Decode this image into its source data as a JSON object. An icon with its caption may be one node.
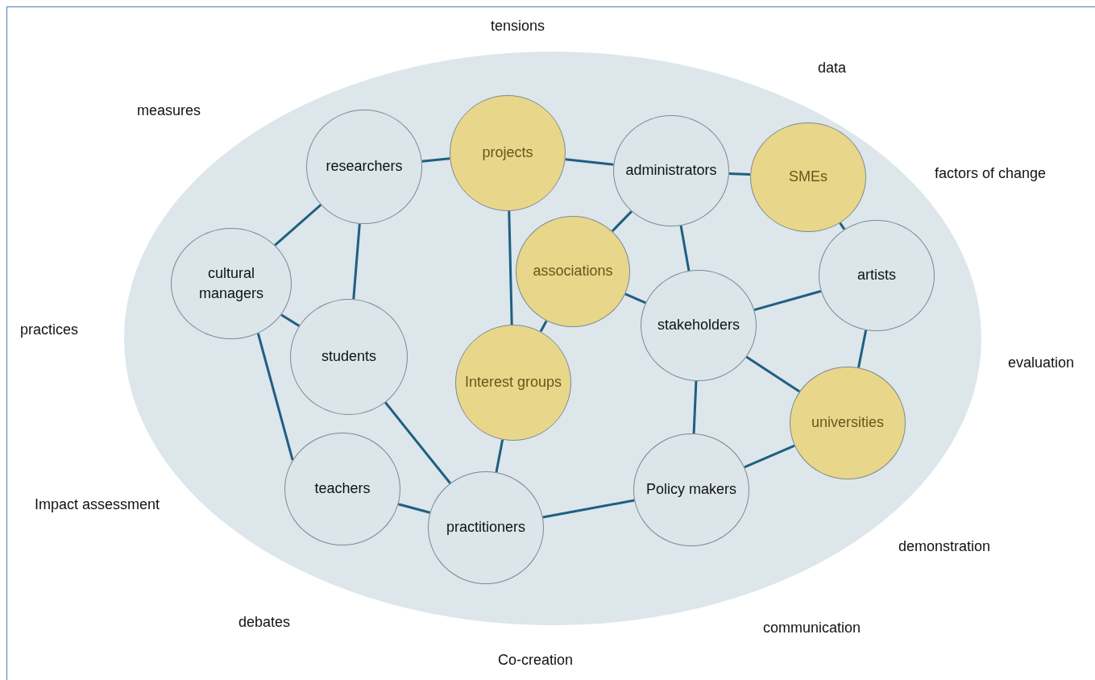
{
  "diagram": {
    "nodes": [
      {
        "text": [],
        "shape": "ellipse"
      },
      {
        "text": [
          "researchers"
        ],
        "in": 0
      },
      {
        "text": [
          "projects"
        ],
        "in": 0
      },
      {
        "text": [
          "administrators"
        ],
        "in": 0
      },
      {
        "text": [
          "SMEs"
        ],
        "in": 0
      },
      {
        "text": [
          "cultural managers"
        ],
        "in": 0
      },
      {
        "text": [
          "associations"
        ],
        "in": 0
      },
      {
        "text": [
          "artists"
        ],
        "in": 0
      },
      {
        "text": [
          "stakeholders"
        ],
        "in": 0
      },
      {
        "text": [
          "students"
        ],
        "in": 0
      },
      {
        "text": [
          "Interest groups"
        ],
        "in": 0
      },
      {
        "text": [
          "universities"
        ],
        "in": 0
      },
      {
        "text": [
          "teachers"
        ],
        "in": 0
      },
      {
        "text": [
          "practitioners"
        ],
        "in": 0
      },
      {
        "text": [
          "Policy makers"
        ],
        "in": 0
      }
    ],
    "edges": [
      {
        "from": 1,
        "to": 2,
        "arrow": "none"
      },
      {
        "from": 2,
        "to": 3,
        "arrow": "none"
      },
      {
        "from": 3,
        "to": 4,
        "arrow": "none"
      },
      {
        "from": 4,
        "to": 7,
        "arrow": "none"
      },
      {
        "from": 1,
        "to": 5,
        "arrow": "none"
      },
      {
        "from": 1,
        "to": 9,
        "arrow": "none"
      },
      {
        "from": 2,
        "to": 10,
        "arrow": "none"
      },
      {
        "from": 3,
        "to": 6,
        "arrow": "none"
      },
      {
        "from": 3,
        "to": 8,
        "arrow": "none"
      },
      {
        "from": 5,
        "to": 9,
        "arrow": "none"
      },
      {
        "from": 5,
        "to": 12,
        "arrow": "none"
      },
      {
        "from": 6,
        "to": 8,
        "arrow": "none"
      },
      {
        "from": 6,
        "to": 10,
        "arrow": "none"
      },
      {
        "from": 7,
        "to": 8,
        "arrow": "none"
      },
      {
        "from": 7,
        "to": 11,
        "arrow": "none"
      },
      {
        "from": 8,
        "to": 11,
        "arrow": "none"
      },
      {
        "from": 8,
        "to": 14,
        "arrow": "none"
      },
      {
        "from": 9,
        "to": 13,
        "arrow": "none"
      },
      {
        "from": 10,
        "to": 13,
        "arrow": "none"
      },
      {
        "from": 12,
        "to": 13,
        "arrow": "none"
      },
      {
        "from": 13,
        "to": 14,
        "arrow": "none"
      },
      {
        "from": 14,
        "to": 11,
        "arrow": "none"
      }
    ],
    "labels": [
      "tensions",
      "data",
      "measures",
      "factors of change",
      "practices",
      "evaluation",
      "Impact assessment",
      "demonstration",
      "debates",
      "communication",
      "Co-creation"
    ]
  }
}
